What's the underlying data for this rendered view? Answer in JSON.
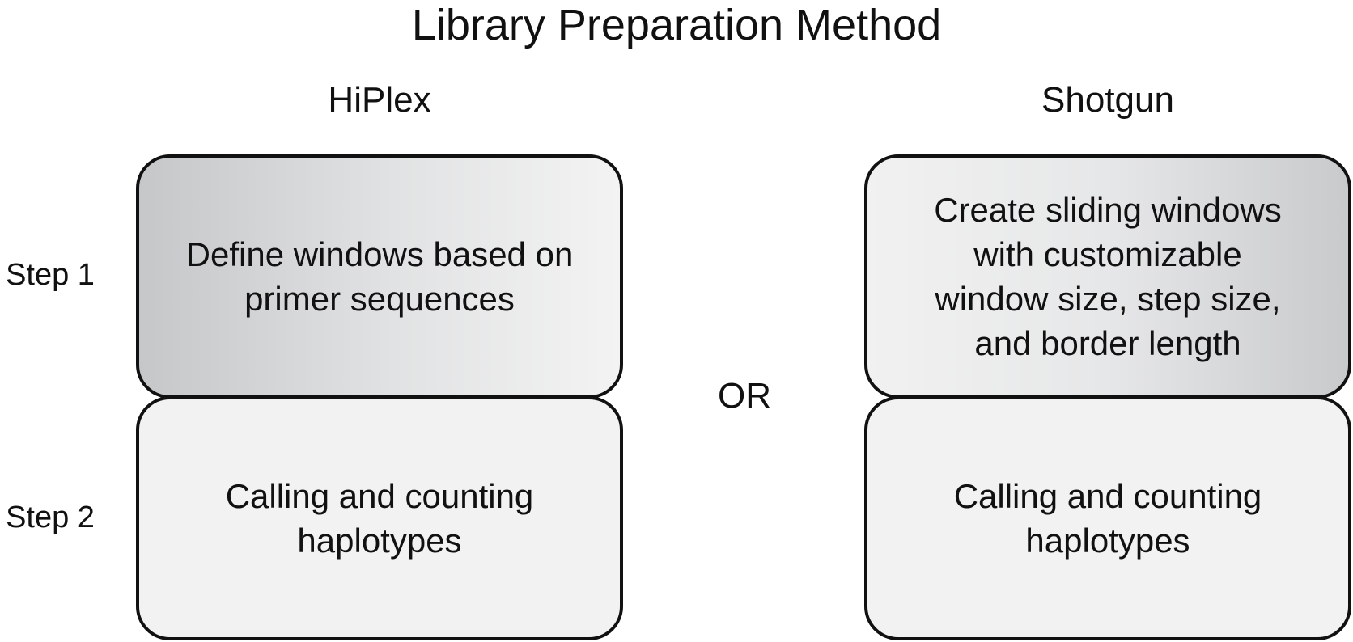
{
  "title": "Library Preparation Method",
  "columns": [
    {
      "header": "HiPlex",
      "step1": "Define windows based on\nprimer sequences",
      "step2": "Calling and counting\nhaplotypes"
    },
    {
      "header": "Shotgun",
      "step1": "Create sliding windows\nwith customizable\nwindow size, step size,\nand border length",
      "step2": "Calling and counting\nhaplotypes"
    }
  ],
  "steps": [
    "Step 1",
    "Step 2"
  ],
  "separator": "OR",
  "colors": {
    "border": "#111111",
    "step2_fill": "#f2f2f2",
    "step1_fill_dark": "#c6c7c9",
    "step1_fill_light": "#f3f3f3"
  }
}
